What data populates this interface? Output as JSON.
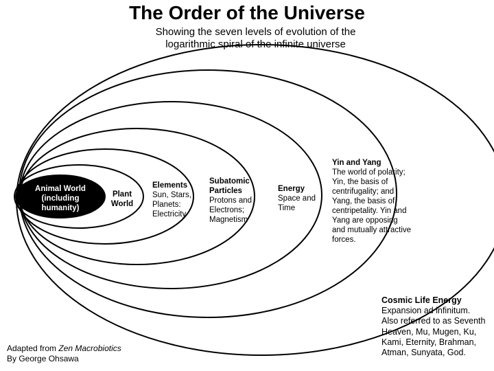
{
  "title": "The Order of the Universe",
  "subtitle": {
    "line1": "Showing the seven levels of evolution of the",
    "line2": "logarithmic spiral of the infinite universe"
  },
  "levels": {
    "animal": {
      "line1": "Animal World",
      "line2": "(including",
      "line3": "humanity)"
    },
    "plant": {
      "line1": "Plant",
      "line2": "World"
    },
    "elements": {
      "heading": "Elements",
      "lines": [
        "Sun, Stars,",
        "Planets:",
        "Electricity"
      ]
    },
    "subatomic": {
      "heading1": "Subatomic",
      "heading2": "Particles",
      "lines": [
        "Protons and",
        "Electrons;",
        "Magnetism"
      ]
    },
    "energy": {
      "heading": "Energy",
      "lines": [
        "Space and",
        "Time"
      ]
    },
    "yinyang": {
      "heading": "Yin and Yang",
      "lines": [
        "The world of polarity;",
        "Yin, the basis of",
        "centrifugality; and",
        "Yang, the basis of",
        "centripetality. Yin and",
        "Yang are opposing",
        "and mutually attractive",
        "forces."
      ]
    },
    "cosmic": {
      "heading": "Cosmic Life Energy",
      "lines": [
        "Expansion ad infinitum.",
        "Also referred to as Seventh",
        "Heaven, Mu, Mugen, Ku,",
        "Kami, Eternity, Brahman,",
        "Atman, Sunyata, God."
      ]
    }
  },
  "credit": {
    "prefix": "Adapted from ",
    "book": "Zen Macrobiotics",
    "line2": "By George Ohsawa"
  },
  "colors": {
    "ink": "#000000",
    "fill_core": "#000000",
    "background": "#ffffff"
  }
}
